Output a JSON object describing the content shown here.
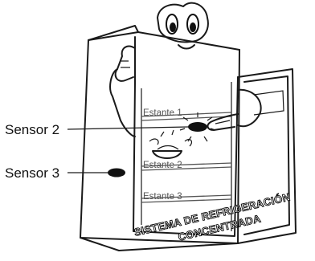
{
  "callouts": {
    "sensor_2": "Sensor 2",
    "sensor_3": "Sensor 3"
  },
  "shelves": {
    "shelf_1": "Estante 1",
    "shelf_2": "Estante 2",
    "shelf_3": "Estante 3"
  },
  "stamp": {
    "line_1": "SISTEMA DE REFRIGERACIÓN",
    "line_2": "CONCENTRADA"
  }
}
